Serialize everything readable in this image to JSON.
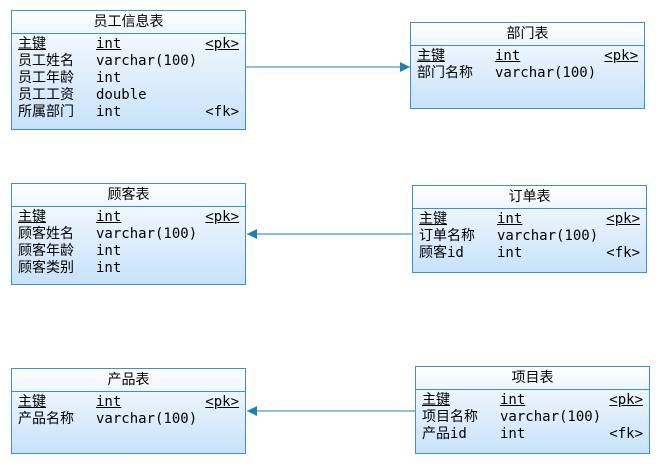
{
  "diagram": {
    "line_color": "#1f7fb3",
    "entities": {
      "employee": {
        "title": "员工信息表",
        "rows": [
          {
            "name": "主键",
            "type": "int",
            "key": "<pk>"
          },
          {
            "name": "员工姓名",
            "type": "varchar(100)",
            "key": ""
          },
          {
            "name": "员工年龄",
            "type": "int",
            "key": ""
          },
          {
            "name": "员工工资",
            "type": "double",
            "key": ""
          },
          {
            "name": "所属部门",
            "type": "int",
            "key": "<fk>"
          }
        ]
      },
      "department": {
        "title": "部门表",
        "rows": [
          {
            "name": "主键",
            "type": "int",
            "key": "<pk>"
          },
          {
            "name": "部门名称",
            "type": "varchar(100)",
            "key": ""
          }
        ]
      },
      "customer": {
        "title": "顾客表",
        "rows": [
          {
            "name": "主键",
            "type": "int",
            "key": "<pk>"
          },
          {
            "name": "顾客姓名",
            "type": "varchar(100)",
            "key": ""
          },
          {
            "name": "顾客年龄",
            "type": "int",
            "key": ""
          },
          {
            "name": "顾客类别",
            "type": "int",
            "key": ""
          }
        ]
      },
      "order": {
        "title": "订单表",
        "rows": [
          {
            "name": "主键",
            "type": "int",
            "key": "<pk>"
          },
          {
            "name": "订单名称",
            "type": "varchar(100)",
            "key": ""
          },
          {
            "name": "顾客id",
            "type": "int",
            "key": "<fk>"
          }
        ]
      },
      "product": {
        "title": "产品表",
        "rows": [
          {
            "name": "主键",
            "type": "int",
            "key": "<pk>"
          },
          {
            "name": "产品名称",
            "type": "varchar(100)",
            "key": ""
          }
        ]
      },
      "project": {
        "title": "项目表",
        "rows": [
          {
            "name": "主键",
            "type": "int",
            "key": "<pk>"
          },
          {
            "name": "项目名称",
            "type": "varchar(100)",
            "key": ""
          },
          {
            "name": "产品id",
            "type": "int",
            "key": "<fk>"
          }
        ]
      }
    }
  }
}
